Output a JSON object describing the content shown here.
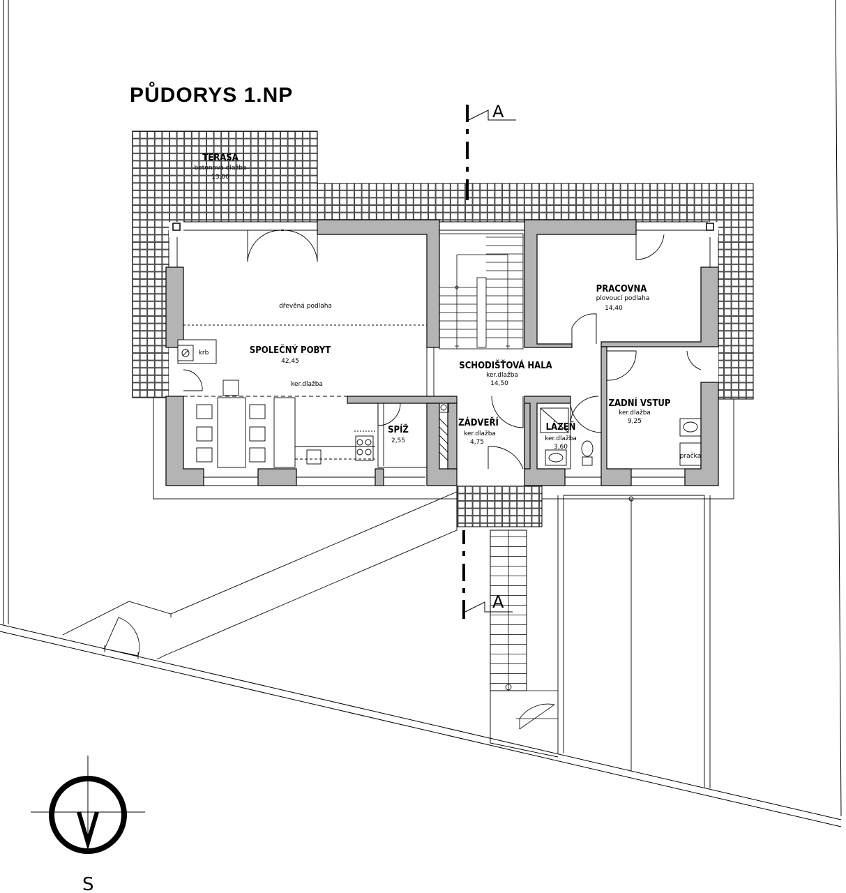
{
  "title": "PŮDORYS 1.NP",
  "section_mark": "A",
  "north_label": "S",
  "rooms": {
    "terasa": {
      "name": "TERASA",
      "floor": "betonová dlažba",
      "area": "13,00"
    },
    "spolecny_pobyt": {
      "name": "SPOLEČNÝ POBYT",
      "floor_top": "dřevěná podlaha",
      "area": "42,45",
      "floor": "ker.dlažba"
    },
    "krb": {
      "name": "krb"
    },
    "pracovna": {
      "name": "PRACOVNA",
      "floor": "plovoucí podlaha",
      "area": "14,40"
    },
    "schodistova_hala": {
      "name": "SCHODIŠŤOVÁ HALA",
      "floor": "ker.dlažba",
      "area": "14,50"
    },
    "spiz": {
      "name": "SPÍŽ",
      "area": "2,55"
    },
    "zadveri": {
      "name": "ZÁDVEŘÍ",
      "floor": "ker.dlažba",
      "area": "4,75"
    },
    "lazen": {
      "name": "LÁZEŇ",
      "floor": "ker.dlažba",
      "area": "3,60"
    },
    "zadni_vstup": {
      "name": "ZADNÍ VSTUP",
      "floor": "ker.dlažba",
      "area": "9,25"
    },
    "pracka": {
      "name": "pračka"
    }
  },
  "colors": {
    "wall_fill": "#b4b4b4",
    "line": "#000000",
    "background": "#ffffff"
  }
}
